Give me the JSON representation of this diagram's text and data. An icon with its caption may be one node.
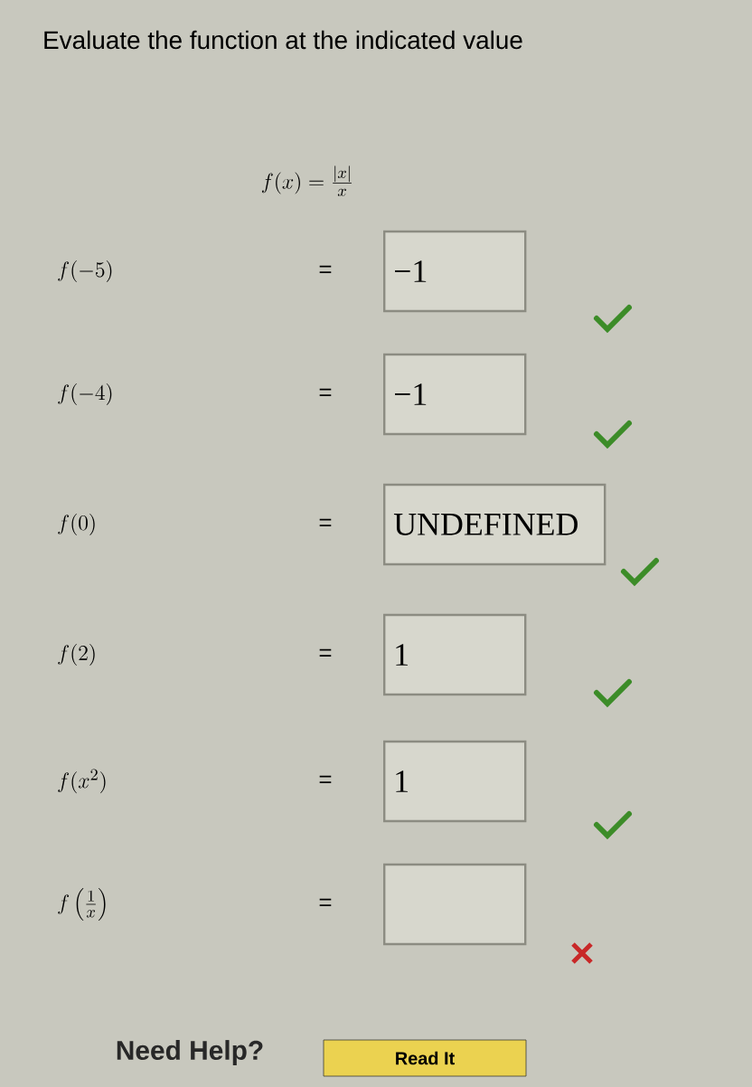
{
  "diagram": {
    "title": "Evaluate the function at the indicated value",
    "nodes": [
      {
        "text": [
          "−1"
        ]
      },
      {
        "text": [
          "−1"
        ]
      },
      {
        "text": [
          "UNDEFINED"
        ]
      },
      {
        "text": [
          "1"
        ]
      },
      {
        "text": [
          "1"
        ]
      },
      {
        "text": [],
        "shape": "box"
      },
      {
        "text": [
          "Read It"
        ]
      }
    ],
    "labels": [
      "f(x) = \\frac{|x|}{x}",
      "f(-5)",
      "=",
      "f(-4)",
      "=",
      "f(0)",
      "=",
      "f(2)",
      "=",
      "f(x^{2})",
      "=",
      "f\\left(\\frac{1}{x}\\right)",
      "=",
      "Need Help?"
    ]
  }
}
